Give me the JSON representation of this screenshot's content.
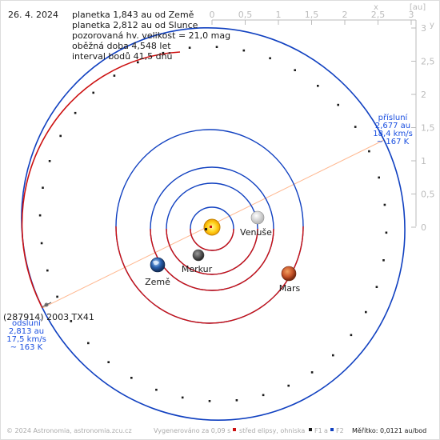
{
  "header": {
    "date": "26. 4. 2024",
    "info": [
      "planetka 1,843 au od Země",
      "planetka 2,812 au od Slunce",
      "pozorovaná hv. velikost = 21,0 mag",
      "oběžná doba 4,548 let",
      "interval bodů 41,5 dnů"
    ]
  },
  "scale": {
    "x_axis_label": "x",
    "unit_label": "[au]",
    "y_axis_label": "y",
    "x_ticks": [
      "0",
      "0,5",
      "1",
      "1,5",
      "2",
      "2,5",
      "3"
    ],
    "y_ticks": [
      "3",
      "2,5",
      "2",
      "1,5",
      "1",
      "0,5",
      "0"
    ]
  },
  "perihelion": {
    "title": "přísluní",
    "distance": "2,677 au",
    "speed": "18,4 km/s",
    "temp": "~ 167 K"
  },
  "aphelion": {
    "title": "odsluní",
    "distance": "2,813 au",
    "speed": "17,5 km/s",
    "temp": "~ 163 K"
  },
  "asteroid_name": "(287914) 2003 TX41",
  "bodies": {
    "venus": "Venuše",
    "mercury": "Merkur",
    "earth": "Země",
    "mars": "Mars"
  },
  "footer": {
    "copyright": "© 2024 Astronomia, astronomia.zcu.cz",
    "generated": "Vygenerováno za 0,09 s",
    "center_legend": "střed elipsy, ohniska",
    "f1": "F1",
    "a": "a",
    "f2": "F2",
    "scale": "Měřítko: 0,0121 au/bod"
  },
  "colors": {
    "orbit_blue": "#1040c0",
    "orbit_red": "#cc1010",
    "apsis_line": "#ffb890",
    "label_blue": "#1a4fe0",
    "scale_gray": "#bbbbbb",
    "footer_gray": "#aaaaaa"
  }
}
